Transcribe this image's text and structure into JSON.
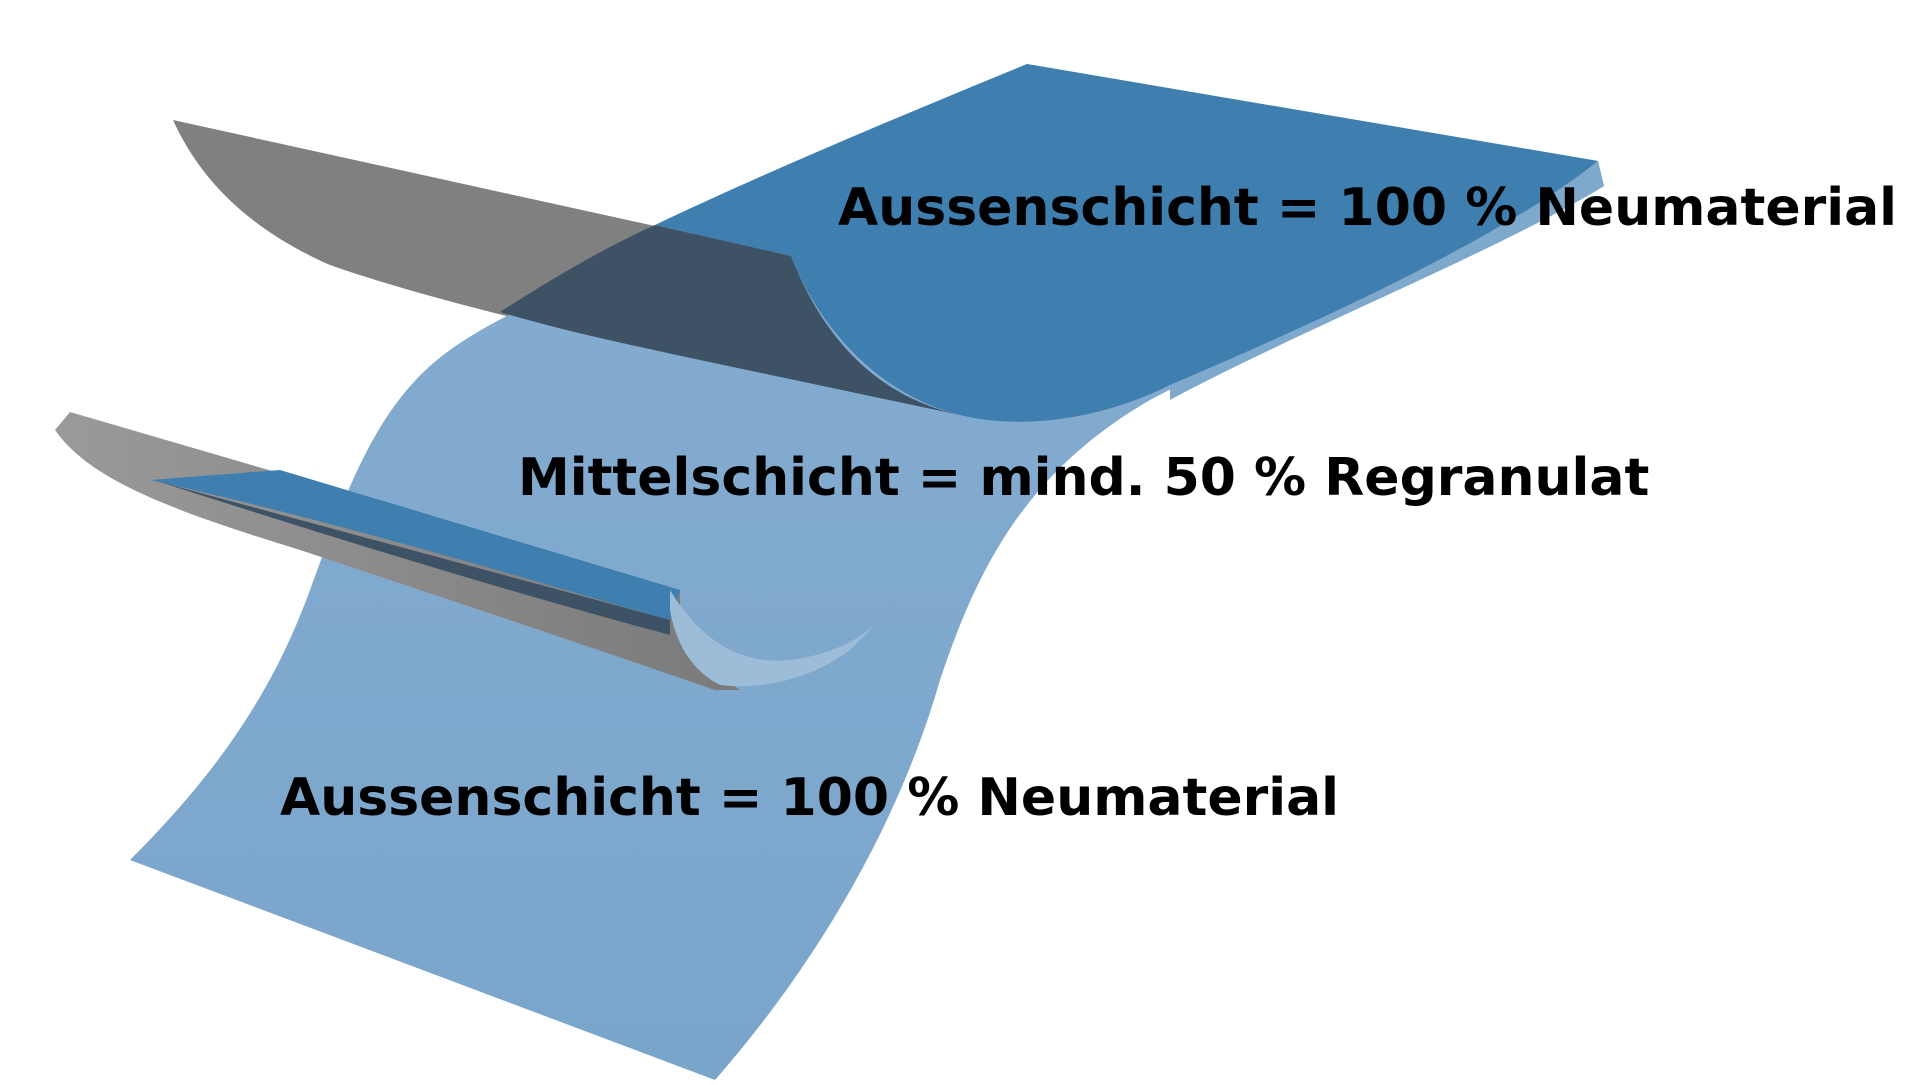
{
  "diagram": {
    "labels": {
      "outer_top": "Aussenschicht = 100 % Neumaterial",
      "middle": "Mittelschicht = mind. 50 % Regranulat",
      "outer_bottom": "Aussenschicht = 100 % Neumaterial"
    },
    "colors": {
      "background": "#ffffff",
      "outer_layer_top": "#3f7fb0",
      "middle_layer": "#7fa9cc",
      "middle_layer_edge": "#9cbcd8",
      "gray_shell": "#7f7f7f",
      "gray_shell_light": "#a6a6a6",
      "overlap_dark": "#3e5266",
      "label_text": "#000000"
    }
  }
}
